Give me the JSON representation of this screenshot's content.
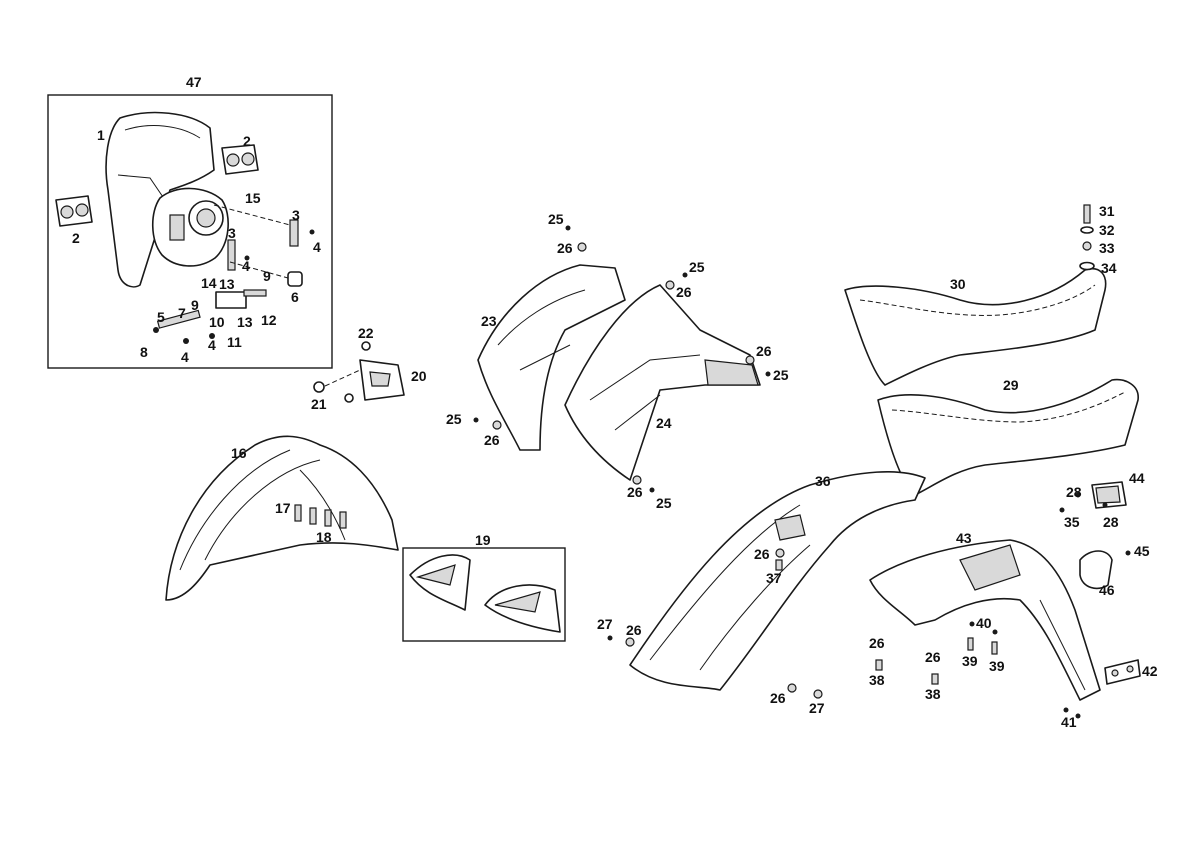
{
  "callouts": [
    {
      "id": "c47",
      "text": "47"
    },
    {
      "id": "c1",
      "text": "1"
    },
    {
      "id": "c2a",
      "text": "2"
    },
    {
      "id": "c2b",
      "text": "2"
    },
    {
      "id": "c15",
      "text": "15"
    },
    {
      "id": "c3a",
      "text": "3"
    },
    {
      "id": "c3b",
      "text": "3"
    },
    {
      "id": "c4a",
      "text": "4"
    },
    {
      "id": "c4b",
      "text": "4"
    },
    {
      "id": "c4c",
      "text": "4"
    },
    {
      "id": "c4d",
      "text": "4"
    },
    {
      "id": "c5",
      "text": "5"
    },
    {
      "id": "c6",
      "text": "6"
    },
    {
      "id": "c7",
      "text": "7"
    },
    {
      "id": "c8",
      "text": "8"
    },
    {
      "id": "c9a",
      "text": "9"
    },
    {
      "id": "c9b",
      "text": "9"
    },
    {
      "id": "c10",
      "text": "10"
    },
    {
      "id": "c11",
      "text": "11"
    },
    {
      "id": "c12",
      "text": "12"
    },
    {
      "id": "c13a",
      "text": "13"
    },
    {
      "id": "c13b",
      "text": "13"
    },
    {
      "id": "c14",
      "text": "14"
    },
    {
      "id": "c16",
      "text": "16"
    },
    {
      "id": "c17",
      "text": "17"
    },
    {
      "id": "c18",
      "text": "18"
    },
    {
      "id": "c19",
      "text": "19"
    },
    {
      "id": "c20",
      "text": "20"
    },
    {
      "id": "c21",
      "text": "21"
    },
    {
      "id": "c22",
      "text": "22"
    },
    {
      "id": "c23",
      "text": "23"
    },
    {
      "id": "c24",
      "text": "24"
    },
    {
      "id": "c25a",
      "text": "25"
    },
    {
      "id": "c25b",
      "text": "25"
    },
    {
      "id": "c25c",
      "text": "25"
    },
    {
      "id": "c25d",
      "text": "25"
    },
    {
      "id": "c25e",
      "text": "25"
    },
    {
      "id": "c26a",
      "text": "26"
    },
    {
      "id": "c26b",
      "text": "26"
    },
    {
      "id": "c26c",
      "text": "26"
    },
    {
      "id": "c26d",
      "text": "26"
    },
    {
      "id": "c26e",
      "text": "26"
    },
    {
      "id": "c26f",
      "text": "26"
    },
    {
      "id": "c26g",
      "text": "26"
    },
    {
      "id": "c26h",
      "text": "26"
    },
    {
      "id": "c26i",
      "text": "26"
    },
    {
      "id": "c26j",
      "text": "26"
    },
    {
      "id": "c27a",
      "text": "27"
    },
    {
      "id": "c27b",
      "text": "27"
    },
    {
      "id": "c28a",
      "text": "28"
    },
    {
      "id": "c28b",
      "text": "28"
    },
    {
      "id": "c29",
      "text": "29"
    },
    {
      "id": "c30",
      "text": "30"
    },
    {
      "id": "c31",
      "text": "31"
    },
    {
      "id": "c32",
      "text": "32"
    },
    {
      "id": "c33",
      "text": "33"
    },
    {
      "id": "c34",
      "text": "34"
    },
    {
      "id": "c35",
      "text": "35"
    },
    {
      "id": "c36",
      "text": "36"
    },
    {
      "id": "c37",
      "text": "37"
    },
    {
      "id": "c38a",
      "text": "38"
    },
    {
      "id": "c38b",
      "text": "38"
    },
    {
      "id": "c39a",
      "text": "39"
    },
    {
      "id": "c39b",
      "text": "39"
    },
    {
      "id": "c40",
      "text": "40"
    },
    {
      "id": "c41",
      "text": "41"
    },
    {
      "id": "c42",
      "text": "42"
    },
    {
      "id": "c43",
      "text": "43"
    },
    {
      "id": "c44",
      "text": "44"
    },
    {
      "id": "c45",
      "text": "45"
    },
    {
      "id": "c46",
      "text": "46"
    }
  ]
}
